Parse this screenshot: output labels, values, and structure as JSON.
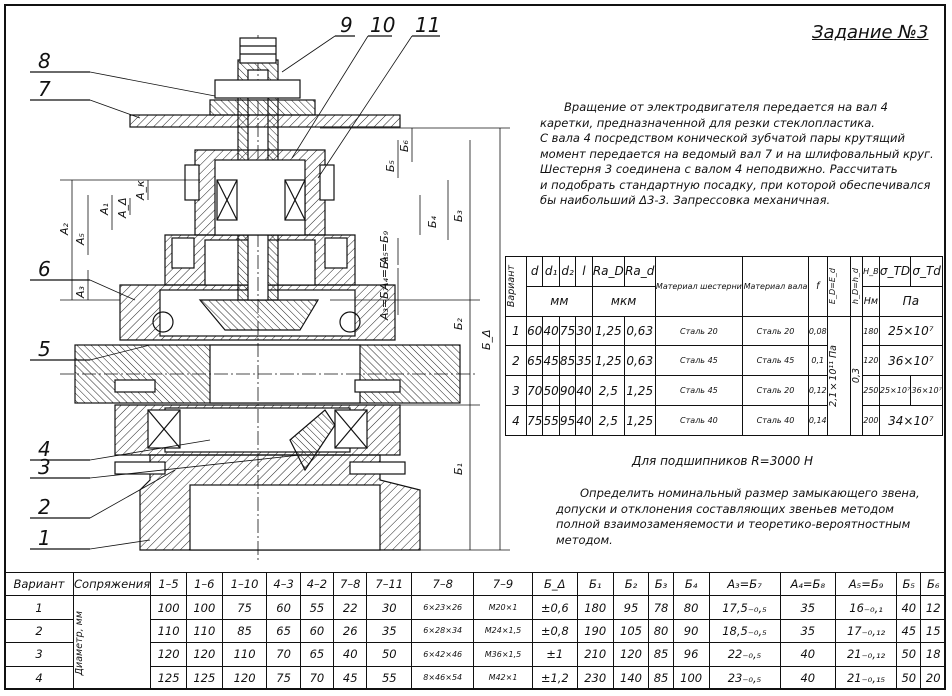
{
  "title": "Задание №3",
  "description_lines": [
    "Вращение от электродвигателя передается на вал 4",
    "каретки, предназначенной для резки стеклопластика.",
    "С вала 4 посредством конической зубчатой пары крутящий",
    "момент передается на ведомый вал 7 и на шлифовальный круг.",
    "Шестерня 3 соединена с валом 4 неподвижно. Рассчитать",
    "и подобрать стандартную посадку, при которой обеспечивался",
    "бы наибольший Δ3-3. Запрессовка механичная."
  ],
  "task_lines": [
    "Определить номинальный размер замыкающего звена,",
    "допуски и отклонения составляющих звеньев методом",
    "полной взаимозаменяемости и теоретико-вероятностным",
    "методом."
  ],
  "bearing_note": "Для подшипников R=3000 Н",
  "drawing": {
    "part_numbers": [
      "1",
      "2",
      "3",
      "4",
      "5",
      "6",
      "7",
      "8",
      "9",
      "10",
      "11"
    ],
    "dims_left": [
      "A₂",
      "A₅",
      "A₁",
      "A_Δ",
      "A_к",
      "A₃"
    ],
    "dims_right": [
      "Б₅",
      "Б₆",
      "Б₄",
      "Б₃",
      "A₅=Б₉",
      "A₄=Б₈",
      "A₃=Б₇",
      "Б₂",
      "Б_Δ",
      "Б₁"
    ]
  },
  "variant_table": {
    "headers": [
      "Вариант",
      "d",
      "d₁",
      "d₂",
      "l",
      "Ra_D",
      "Ra_d",
      "Материал шестерни",
      "Материал вала",
      "f",
      "E_D=E_d",
      "h_D=h_d",
      "H_B",
      "σ_TD",
      "σ_Td"
    ],
    "units": {
      "mm": "мм",
      "mkm": "мкм",
      "hb": "Нм",
      "pa": "Па"
    },
    "merged": {
      "E": "2,1×10¹¹ Па",
      "h": "0,3"
    },
    "rows": [
      {
        "v": "1",
        "d": "60",
        "d1": "40",
        "d2": "75",
        "l": "30",
        "raD": "1,25",
        "rad": "0,63",
        "m1": "Сталь 20",
        "m2": "Сталь 20",
        "f": "0,08",
        "hb": "180",
        "s": "25×10⁷"
      },
      {
        "v": "2",
        "d": "65",
        "d1": "45",
        "d2": "85",
        "l": "35",
        "raD": "1,25",
        "rad": "0,63",
        "m1": "Сталь 45",
        "m2": "Сталь 45",
        "f": "0,1",
        "hb": "120",
        "s": "36×10⁷"
      },
      {
        "v": "3",
        "d": "70",
        "d1": "50",
        "d2": "90",
        "l": "40",
        "raD": "2,5",
        "rad": "1,25",
        "m1": "Сталь 45",
        "m2": "Сталь 20",
        "f": "0,12",
        "hb": "250",
        "sD": "25×10⁷",
        "sd": "36×10⁷"
      },
      {
        "v": "4",
        "d": "75",
        "d1": "55",
        "d2": "95",
        "l": "40",
        "raD": "2,5",
        "rad": "1,25",
        "m1": "Сталь 40",
        "m2": "Сталь 40",
        "f": "0,14",
        "hb": "200",
        "s": "34×10⁷"
      }
    ]
  },
  "bottom_table": {
    "headers": [
      "Вариант",
      "Сопряжения",
      "1–5",
      "1–6",
      "1–10",
      "4–3",
      "4–2",
      "7–8",
      "7–11",
      "7–8",
      "7–9",
      "Б_Δ",
      "Б₁",
      "Б₂",
      "Б₃",
      "Б₄",
      "A₃=Б₇",
      "A₄=Б₈",
      "A₅=Б₉",
      "Б₅",
      "Б₆"
    ],
    "fit_label": "Диаметр, мм",
    "rows": [
      [
        "1",
        "100",
        "100",
        "75",
        "60",
        "55",
        "22",
        "30",
        "6×23×26",
        "M20×1",
        "±0,6",
        "180",
        "95",
        "78",
        "80",
        "17,5₋₀,₅",
        "35",
        "16₋₀,₁",
        "40",
        "12"
      ],
      [
        "2",
        "110",
        "110",
        "85",
        "65",
        "60",
        "26",
        "35",
        "6×28×34",
        "M24×1,5",
        "±0,8",
        "190",
        "105",
        "80",
        "90",
        "18,5₋₀,₅",
        "35",
        "17₋₀,₁₂",
        "45",
        "15"
      ],
      [
        "3",
        "120",
        "120",
        "110",
        "70",
        "65",
        "40",
        "50",
        "6×42×46",
        "M36×1,5",
        "±1",
        "210",
        "120",
        "85",
        "96",
        "22₋₀,₅",
        "40",
        "21₋₀,₁₂",
        "50",
        "18"
      ],
      [
        "4",
        "125",
        "125",
        "120",
        "75",
        "70",
        "45",
        "55",
        "8×46×54",
        "M42×1",
        "±1,2",
        "230",
        "140",
        "85",
        "100",
        "23₋₀,₅",
        "40",
        "21₋₀,₁₅",
        "50",
        "20"
      ]
    ]
  }
}
